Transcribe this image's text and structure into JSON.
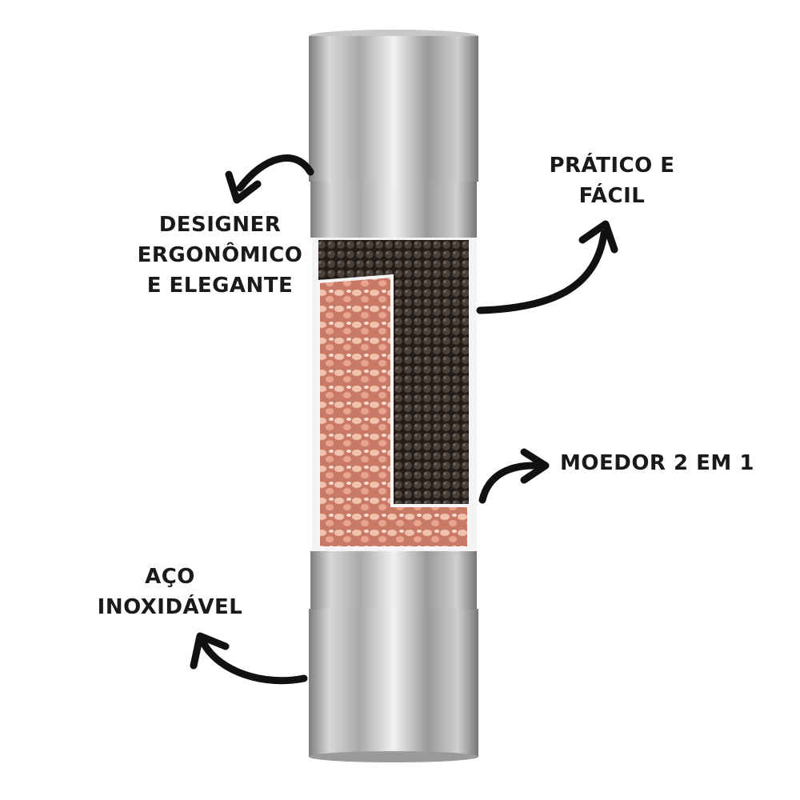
{
  "features": {
    "practical": [
      "PRÁTICO E",
      "FÁCIL"
    ],
    "design": [
      "DESIGNER",
      "ERGONÔMICO",
      "E ELEGANTE"
    ],
    "two_in_one": "MOEDOR 2 EM 1",
    "steel": [
      "AÇO",
      "INOXIDÁVEL"
    ]
  },
  "colors": {
    "text": "#1a1a1a",
    "steel_light": "#e6e6e6",
    "steel_dark": "#8a8a8a",
    "salt": "#d9957e",
    "pepper": "#3a3430"
  }
}
